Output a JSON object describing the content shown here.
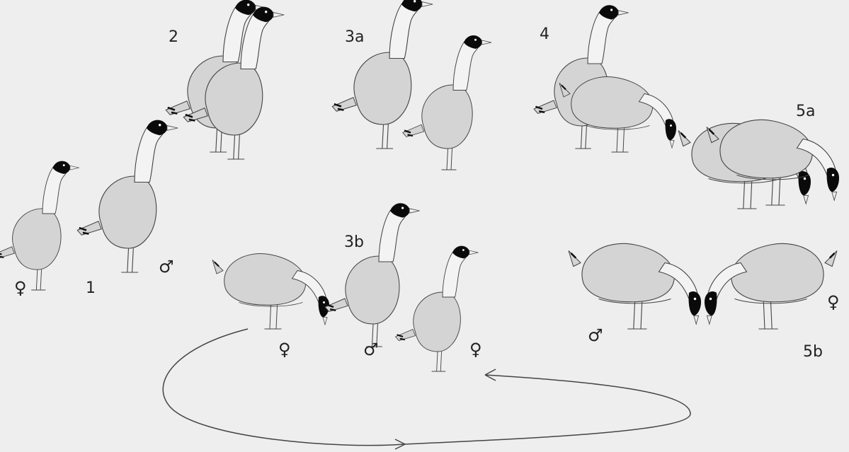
{
  "stage_labels": {
    "s1": "1",
    "s2": "2",
    "s3a": "3a",
    "s3b": "3b",
    "s4": "4",
    "s5a": "5a",
    "s5b": "5b"
  },
  "sex_symbols": {
    "female": "♀",
    "male": "♂"
  },
  "colors": {
    "background": "#eeeeee",
    "outline": "#444444",
    "plumage": "#d4d4d4",
    "hood": "#0a0a0a"
  }
}
